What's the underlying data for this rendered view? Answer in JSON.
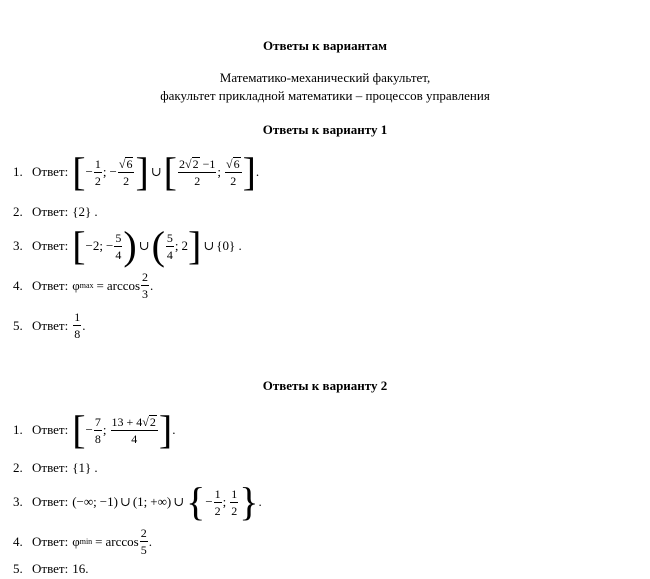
{
  "header": {
    "title": "Ответы к вариантам",
    "faculty_line1": "Математико-механический факультет,",
    "faculty_line2": "факультет прикладной математики – процессов управления"
  },
  "variant1": {
    "heading": "Ответы к варианту 1",
    "items": [
      {
        "num": "1.",
        "label": "Ответ:"
      },
      {
        "num": "2.",
        "label": "Ответ:",
        "text": "{2} ."
      },
      {
        "num": "3.",
        "label": "Ответ:"
      },
      {
        "num": "4.",
        "label": "Ответ:"
      },
      {
        "num": "5.",
        "label": "Ответ:"
      }
    ]
  },
  "variant2": {
    "heading": "Ответы к варианту 2",
    "items": [
      {
        "num": "1.",
        "label": "Ответ:"
      },
      {
        "num": "2.",
        "label": "Ответ:",
        "text": "{1} ."
      },
      {
        "num": "3.",
        "label": "Ответ:"
      },
      {
        "num": "4.",
        "label": "Ответ:"
      },
      {
        "num": "5.",
        "label": "Ответ:",
        "text": "16."
      }
    ]
  }
}
